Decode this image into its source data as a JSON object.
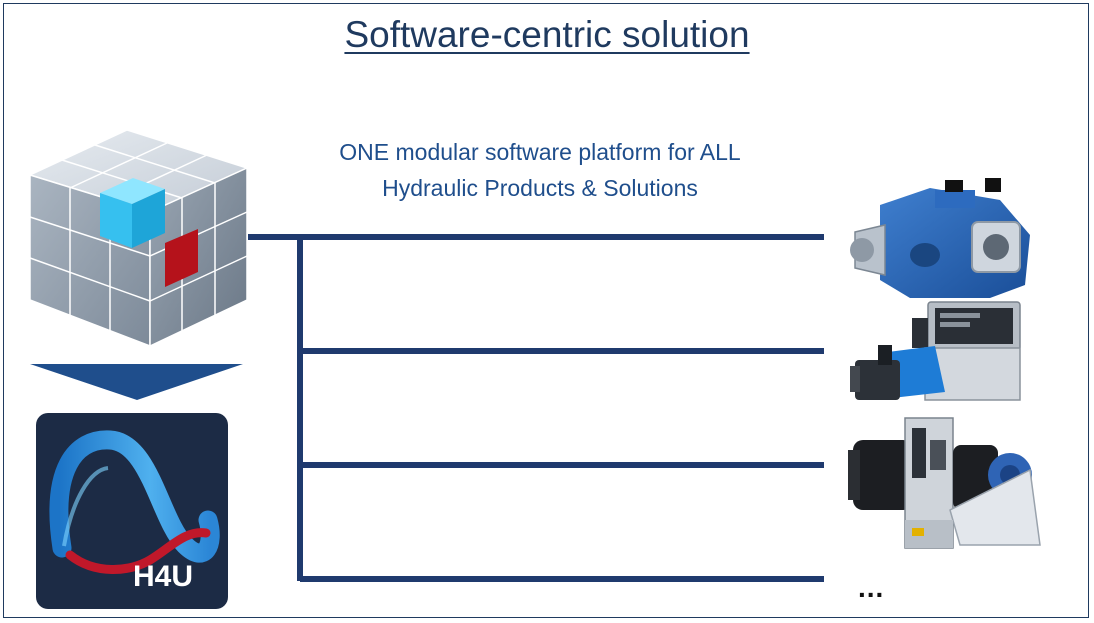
{
  "title": "Software-centric solution",
  "subtitle_line1": "ONE modular software platform for ALL",
  "subtitle_line2": "Hydraulic Products & Solutions",
  "logo_text": "H4U",
  "more_label": "...",
  "products": [
    {
      "name": "axial-piston-pump"
    },
    {
      "name": "proportional-valve"
    },
    {
      "name": "electrohydraulic-drive"
    }
  ],
  "colors": {
    "frame": "#1f3a5f",
    "bus_line": "#1f3a6e",
    "title_text": "#1f3a5f",
    "subtitle_text": "#1f4e8c",
    "cube_highlight_blue": "#3ec3f0",
    "cube_highlight_red": "#b5121b",
    "logo_bg": "#1c2b45"
  }
}
